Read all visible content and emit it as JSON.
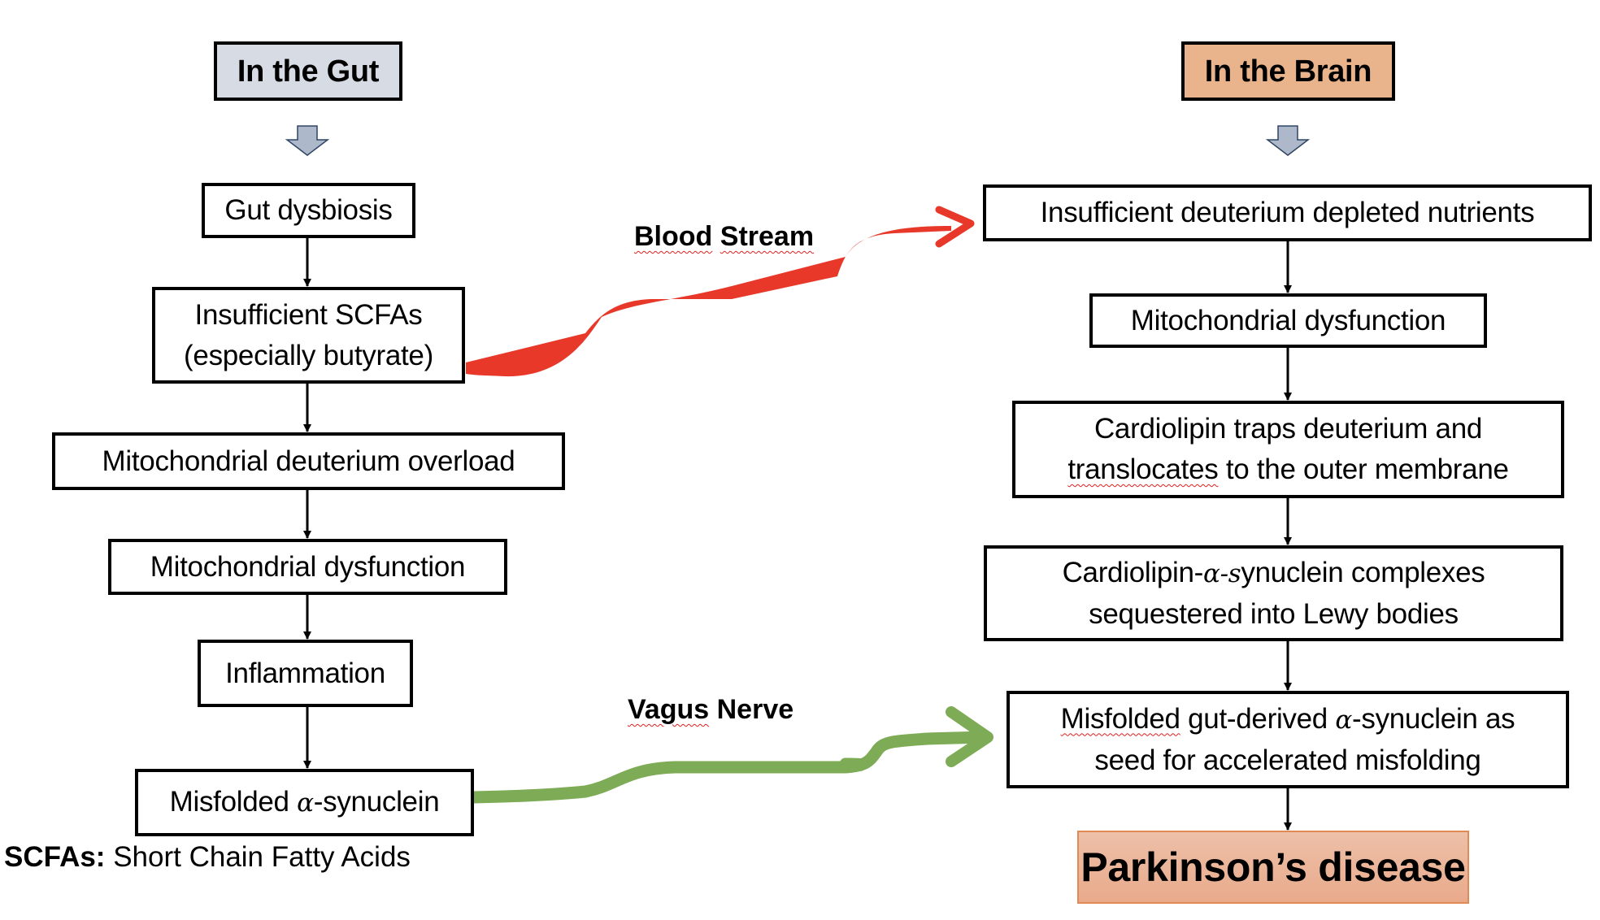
{
  "gut": {
    "header": "In the Gut",
    "steps": [
      {
        "lines": [
          "Gut dysbiosis"
        ]
      },
      {
        "lines": [
          "Insufficient SCFAs",
          "(especially butyrate)"
        ]
      },
      {
        "lines": [
          "Mitochondrial deuterium overload"
        ]
      },
      {
        "lines": [
          "Mitochondrial dysfunction"
        ]
      },
      {
        "lines": [
          "Inflammation"
        ]
      },
      {
        "pre": "Misfolded ",
        "greek": "α",
        "post": "-synuclein"
      }
    ]
  },
  "brain": {
    "header": "In the Brain",
    "steps": [
      {
        "lines": [
          "Insufficient deuterium depleted nutrients"
        ]
      },
      {
        "lines": [
          "Mitochondrial dysfunction"
        ]
      },
      {
        "line1": "Cardiolipin traps deuterium and",
        "line2_marked": "translocates",
        "line2_rest": " to the outer membrane"
      },
      {
        "line1_pre": "Cardiolipin-",
        "line1_greek": "α-s",
        "line1_post": "ynuclein complexes",
        "line2": "sequestered into Lewy bodies"
      },
      {
        "line1_marked": "Misfolded",
        "line1_mid": " gut-derived ",
        "line1_greek": "α",
        "line1_post": "-synuclein as",
        "line2": "seed for accelerated misfolding"
      }
    ],
    "outcome": "Parkinson’s disease"
  },
  "connectors": {
    "blood": {
      "label_word1": "Blood",
      "label_word2": "Stream",
      "color": "#e8382a"
    },
    "vagus": {
      "label_word1": "Vagus",
      "label_word2": " Nerve",
      "color": "#7eab55"
    }
  },
  "footnote": {
    "abbr": "SCFAs:",
    "definition": " Short Chain Fatty Acids"
  },
  "colors": {
    "gut_header": "#d6dbe4",
    "brain_header": "#e9b48c",
    "chevron_fill": "#adb9ca",
    "chevron_stroke": "#2f4564"
  }
}
